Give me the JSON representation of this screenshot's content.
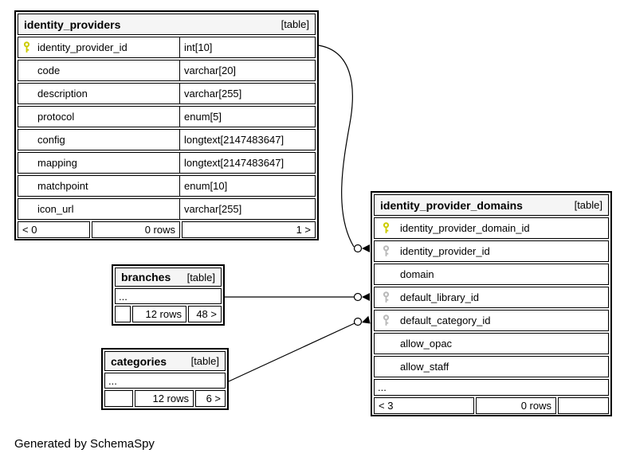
{
  "page": {
    "generated_by": "Generated by SchemaSpy"
  },
  "colors": {
    "header_bg": "#f5f5f5",
    "primary_key": "#cccc00",
    "foreign_key": "#b9b9b9",
    "border": "#000000"
  },
  "icons": {
    "primary_key": "key-icon",
    "foreign_key": "key-icon"
  },
  "tables": {
    "ip": {
      "title": "identity_providers",
      "tag": "[table]",
      "columns": [
        {
          "name": "identity_provider_id",
          "type": "int[10]",
          "key": "primary"
        },
        {
          "name": "code",
          "type": "varchar[20]",
          "key": ""
        },
        {
          "name": "description",
          "type": "varchar[255]",
          "key": ""
        },
        {
          "name": "protocol",
          "type": "enum[5]",
          "key": ""
        },
        {
          "name": "config",
          "type": "longtext[2147483647]",
          "key": ""
        },
        {
          "name": "mapping",
          "type": "longtext[2147483647]",
          "key": ""
        },
        {
          "name": "matchpoint",
          "type": "enum[10]",
          "key": ""
        },
        {
          "name": "icon_url",
          "type": "varchar[255]",
          "key": ""
        }
      ],
      "footer": {
        "prev": "< 0",
        "rows": "0 rows",
        "next": "1 >"
      }
    },
    "ipd": {
      "title": "identity_provider_domains",
      "tag": "[table]",
      "columns": [
        {
          "name": "identity_provider_domain_id",
          "key": "primary"
        },
        {
          "name": "identity_provider_id",
          "key": "foreign"
        },
        {
          "name": "domain",
          "key": ""
        },
        {
          "name": "default_library_id",
          "key": "foreign"
        },
        {
          "name": "default_category_id",
          "key": "foreign"
        },
        {
          "name": "allow_opac",
          "key": ""
        },
        {
          "name": "allow_staff",
          "key": ""
        }
      ],
      "ellipsis": "...",
      "footer": {
        "prev": "< 3",
        "rows": "0 rows",
        "next": ""
      }
    },
    "branches": {
      "title": "branches",
      "tag": "[table]",
      "ellipsis": "...",
      "footer": {
        "prev": "",
        "rows": "12 rows",
        "next": "48 >"
      }
    },
    "categories": {
      "title": "categories",
      "tag": "[table]",
      "ellipsis": "...",
      "footer": {
        "prev": "",
        "rows": "12 rows",
        "next": "6 >"
      }
    }
  }
}
